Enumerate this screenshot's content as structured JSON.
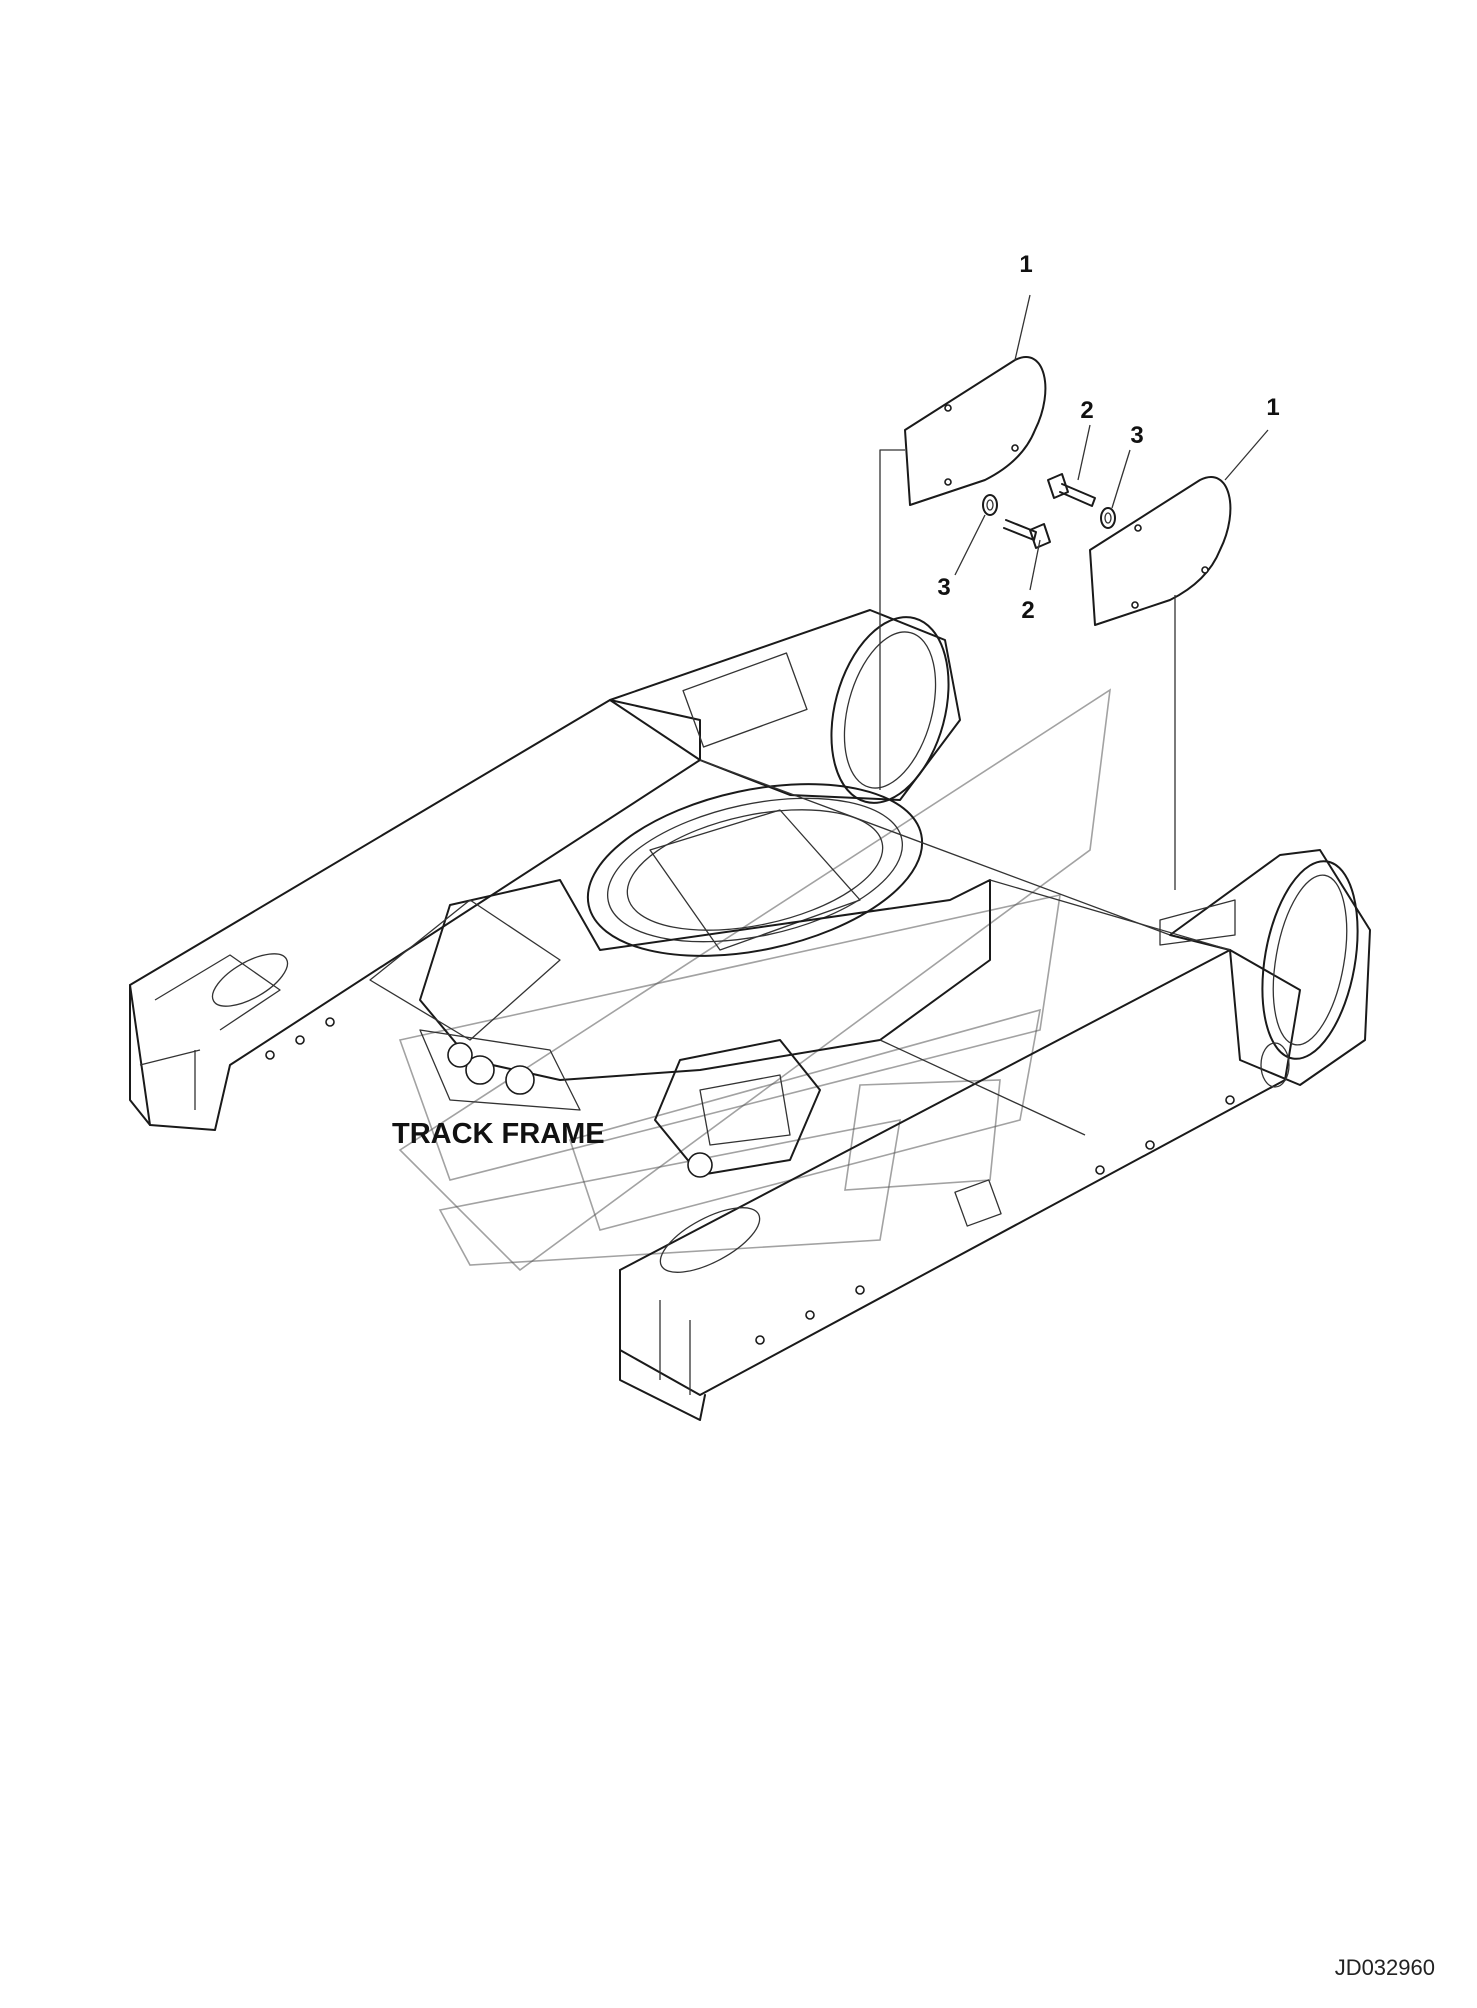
{
  "diagram": {
    "frame_label": "TRACK FRAME",
    "reference_code": "JD032960",
    "callouts": {
      "cover_left": "1",
      "cover_right": "1",
      "bolt_upper": "2",
      "bolt_lower": "2",
      "washer_upper": "3",
      "washer_lower": "3"
    }
  }
}
